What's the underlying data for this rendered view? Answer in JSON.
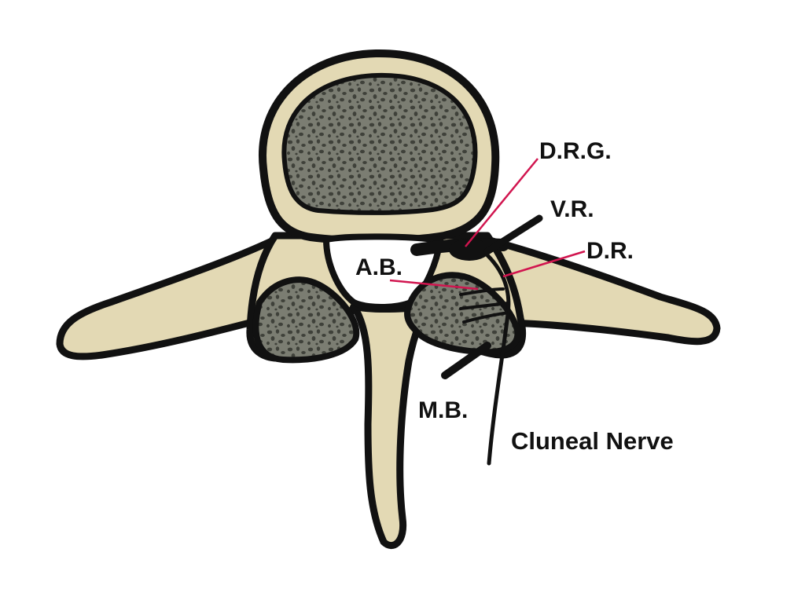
{
  "labels": {
    "drg": "D.R.G.",
    "vr": "V.R.",
    "dr": "D.R.",
    "ab": "A.B.",
    "mb": "M.B.",
    "cluneal": "Cluneal Nerve"
  },
  "colors": {
    "bone": "#e3d9b4",
    "bone_shadow": "#b8ad84",
    "cancellous": "#7b7d72",
    "cancellous_dots": "#3f413a",
    "outline": "#111111",
    "leader": "#d1154f",
    "nerve": "#111111"
  }
}
